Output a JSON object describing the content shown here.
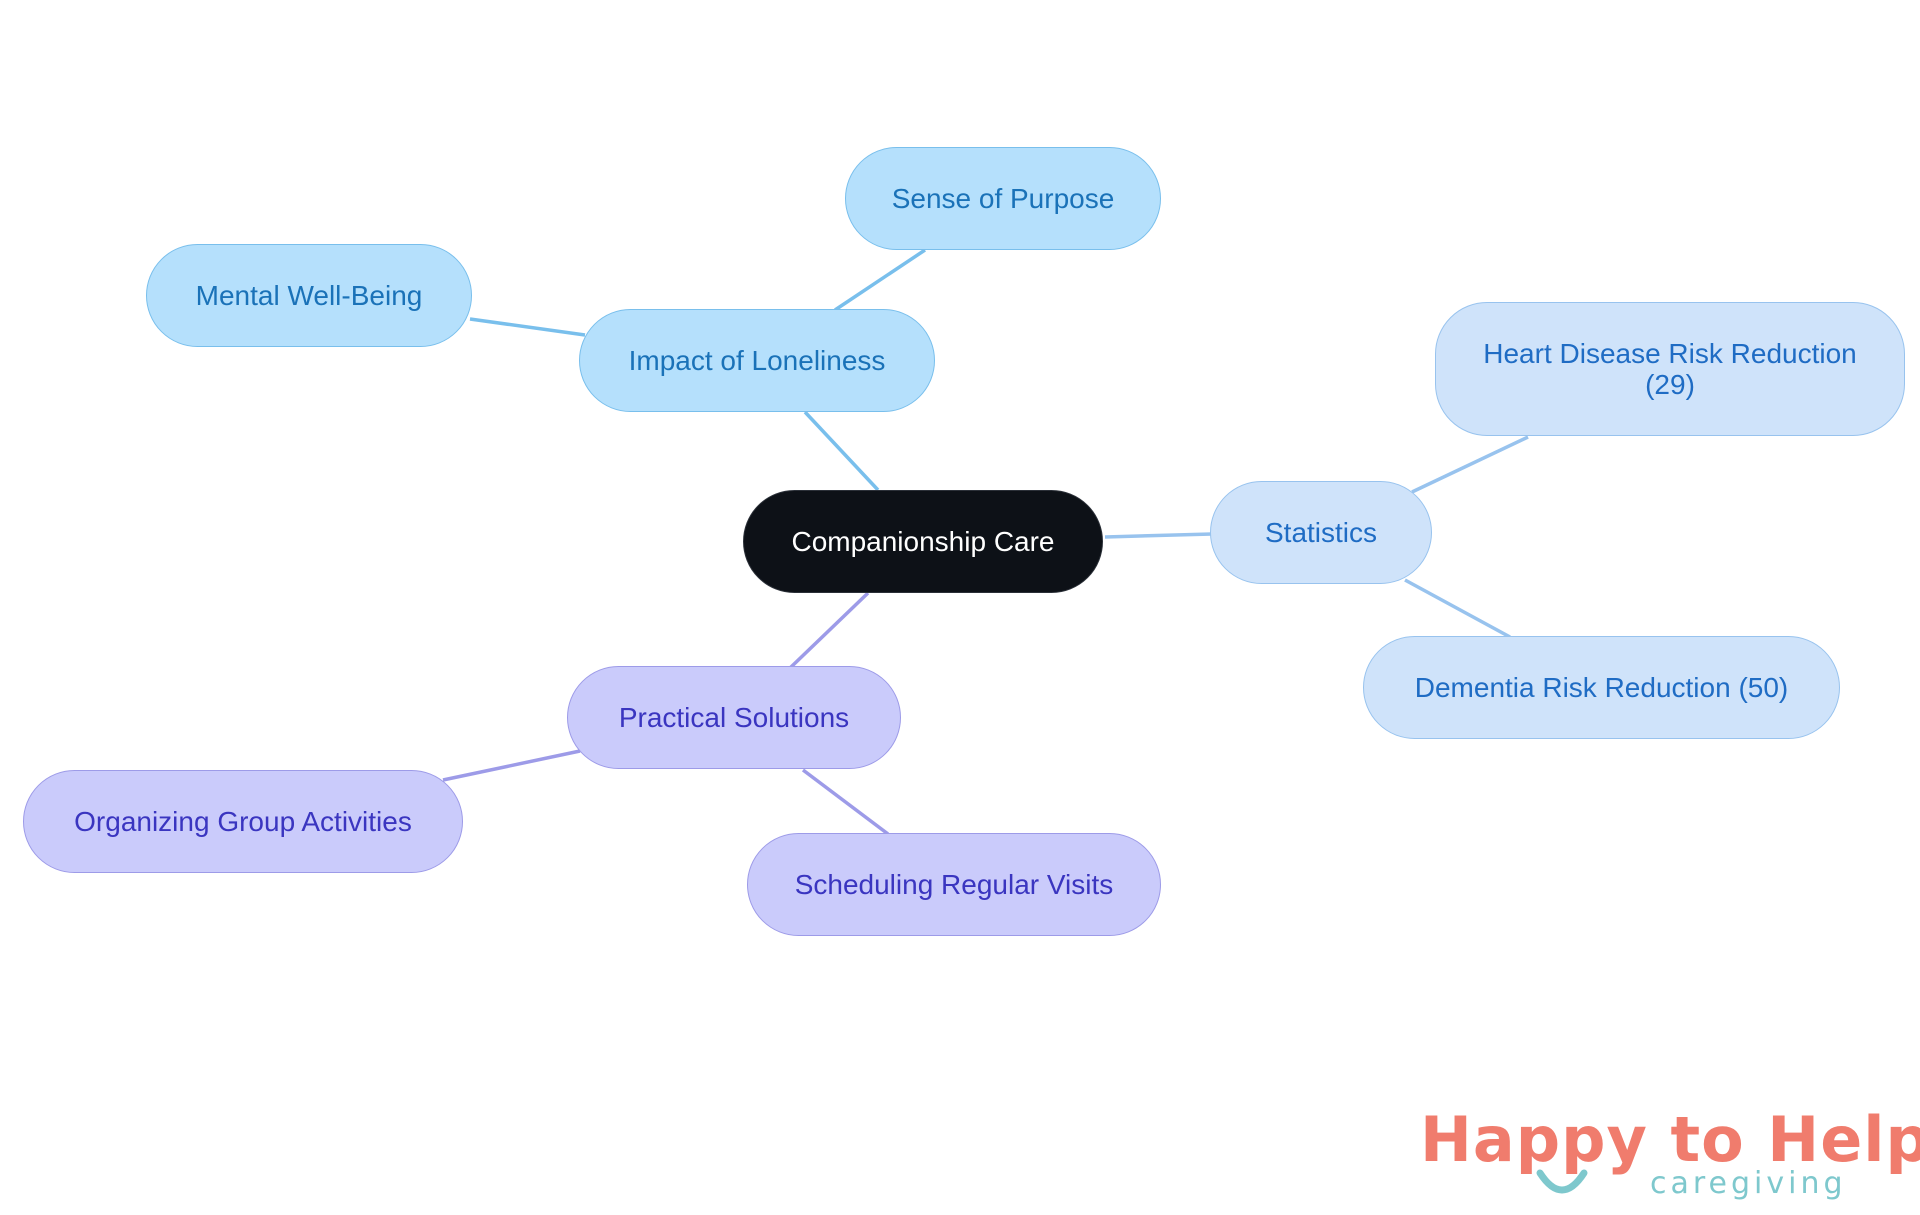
{
  "diagram": {
    "root": {
      "label": "Companionship Care"
    },
    "branches": [
      {
        "label": "Impact of Loneliness",
        "children": [
          {
            "label": "Sense of Purpose"
          },
          {
            "label": "Mental Well-Being"
          }
        ]
      },
      {
        "label": "Statistics",
        "children": [
          {
            "label": "Heart Disease Risk Reduction (29)"
          },
          {
            "label": "Dementia Risk Reduction (50)"
          }
        ]
      },
      {
        "label": "Practical Solutions",
        "children": [
          {
            "label": "Organizing Group Activities"
          },
          {
            "label": "Scheduling Regular Visits"
          }
        ]
      }
    ]
  },
  "logo": {
    "main": "Happy to Help",
    "sub": "caregiving"
  },
  "colors": {
    "root_fill": "#0d1117",
    "loneliness_fill": "#b5e0fc",
    "loneliness_line": "#79bfec",
    "statistics_fill": "#cfe3fa",
    "statistics_line": "#98c3ee",
    "solutions_fill": "#cacbfb",
    "solutions_line": "#9d9be8",
    "logo_coral": "#f07c6d",
    "logo_teal": "#7ec8cd"
  }
}
